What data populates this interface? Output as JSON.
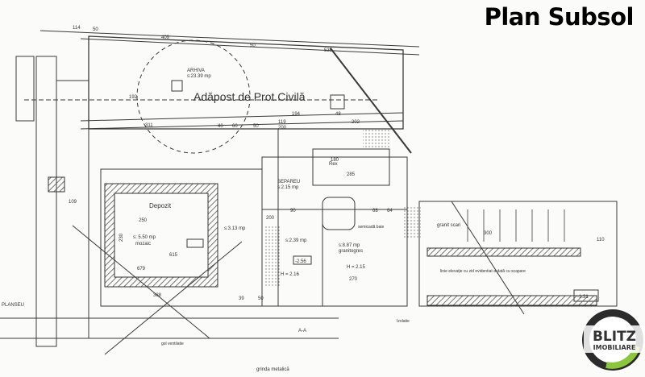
{
  "title": "Plan Subsol",
  "logo": {
    "text_top": "BLITZ",
    "text_bottom": "IMOBILIARE",
    "accent": "#8cc63f"
  },
  "rooms": {
    "shelter": "Adăpost de Prot.Civilă",
    "archive": "ARHIVA",
    "archive_area": "s:23.39 mp",
    "storage": "Depozit",
    "storage_area": "s: 5.50 mp",
    "storage_floor": "mozaic",
    "separeu": "SEPAREU",
    "separeu_area": "s:2.15 mp",
    "hall_area": "s:3.13 mp",
    "wc_area": "s:2.39 mp",
    "main_area": "s:8.87 mp",
    "main_floor": "granitogres",
    "bathtub": "semicadă baie",
    "height_main": "H = 2.15",
    "height_hall": "H = 2.16",
    "level_hall": "-2.56",
    "level_right": "-1.31",
    "stair_label": "granit scari",
    "stair_note": "linie elevație cu zid evidentiat a dată cu scapare",
    "slab": "PLANSEU",
    "rex": "Rex",
    "section": "A-A",
    "beam": "grinda metalică",
    "vent": "gol ventilatie",
    "footer": "Izolatie"
  },
  "dimensions": {
    "top": [
      "114",
      "50",
      "409",
      "50",
      "535"
    ],
    "row2": [
      "192",
      "311",
      "40",
      "60",
      "50",
      "119",
      "200",
      "194",
      "48",
      "202"
    ],
    "mid": [
      "250",
      "230",
      "200",
      "90",
      "68",
      "64",
      "270",
      "300",
      "110",
      "285",
      "180",
      "39",
      "50",
      "109",
      "388",
      "679",
      "615"
    ]
  },
  "colors": {
    "line": "#3a3a3a",
    "hatch": "#6a6a6a",
    "paper": "#fbfbfa"
  }
}
